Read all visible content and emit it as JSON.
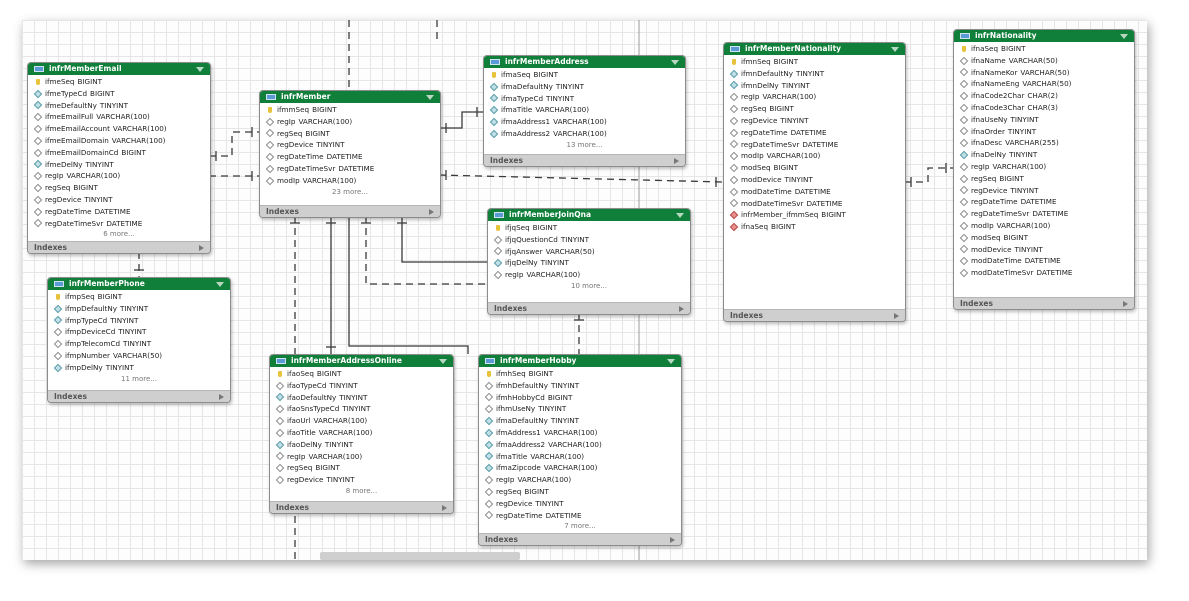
{
  "indexes_label": "Indexes",
  "tables": [
    {
      "name": "infrMemberEmail",
      "columns": [
        {
          "icon": "key",
          "name": "ifmeSeq",
          "type": "BIGINT"
        },
        {
          "icon": "diamond",
          "name": "ifmeTypeCd",
          "type": "BIGINT"
        },
        {
          "icon": "diamond",
          "name": "ifmeDefaultNy",
          "type": "TINYINT"
        },
        {
          "icon": "diamond-open",
          "name": "ifmeEmailFull",
          "type": "VARCHAR(100)"
        },
        {
          "icon": "diamond-open",
          "name": "ifmeEmailAccount",
          "type": "VARCHAR(100)"
        },
        {
          "icon": "diamond-open",
          "name": "ifmeEmailDomain",
          "type": "VARCHAR(100)"
        },
        {
          "icon": "diamond-open",
          "name": "ifmeEmailDomainCd",
          "type": "BIGINT"
        },
        {
          "icon": "diamond",
          "name": "ifmeDelNy",
          "type": "TINYINT"
        },
        {
          "icon": "diamond-open",
          "name": "regIp",
          "type": "VARCHAR(100)"
        },
        {
          "icon": "diamond-open",
          "name": "regSeq",
          "type": "BIGINT"
        },
        {
          "icon": "diamond-open",
          "name": "regDevice",
          "type": "TINYINT"
        },
        {
          "icon": "diamond-open",
          "name": "regDateTime",
          "type": "DATETIME"
        },
        {
          "icon": "diamond-open",
          "name": "regDateTimeSvr",
          "type": "DATETIME"
        }
      ],
      "more": "6 more..."
    },
    {
      "name": "infrMember",
      "columns": [
        {
          "icon": "key",
          "name": "ifmmSeq",
          "type": "BIGINT"
        },
        {
          "icon": "diamond-open",
          "name": "regIp",
          "type": "VARCHAR(100)"
        },
        {
          "icon": "diamond-open",
          "name": "regSeq",
          "type": "BIGINT"
        },
        {
          "icon": "diamond-open",
          "name": "regDevice",
          "type": "TINYINT"
        },
        {
          "icon": "diamond-open",
          "name": "regDateTime",
          "type": "DATETIME"
        },
        {
          "icon": "diamond-open",
          "name": "regDateTimeSvr",
          "type": "DATETIME"
        },
        {
          "icon": "diamond-open",
          "name": "modIp",
          "type": "VARCHAR(100)"
        }
      ],
      "more": "23 more..."
    },
    {
      "name": "infrMemberAddress",
      "columns": [
        {
          "icon": "key",
          "name": "ifmaSeq",
          "type": "BIGINT"
        },
        {
          "icon": "diamond",
          "name": "ifmaDefaultNy",
          "type": "TINYINT"
        },
        {
          "icon": "diamond",
          "name": "ifmaTypeCd",
          "type": "TINYINT"
        },
        {
          "icon": "diamond",
          "name": "ifmaTitle",
          "type": "VARCHAR(100)"
        },
        {
          "icon": "diamond",
          "name": "ifmaAddress1",
          "type": "VARCHAR(100)"
        },
        {
          "icon": "diamond",
          "name": "ifmaAddress2",
          "type": "VARCHAR(100)"
        }
      ],
      "more": "13 more..."
    },
    {
      "name": "infrMemberNationality",
      "columns": [
        {
          "icon": "key",
          "name": "ifmnSeq",
          "type": "BIGINT"
        },
        {
          "icon": "diamond",
          "name": "ifmnDefaultNy",
          "type": "TINYINT"
        },
        {
          "icon": "diamond",
          "name": "ifmnDelNy",
          "type": "TINYINT"
        },
        {
          "icon": "diamond-open",
          "name": "regIp",
          "type": "VARCHAR(100)"
        },
        {
          "icon": "diamond-open",
          "name": "regSeq",
          "type": "BIGINT"
        },
        {
          "icon": "diamond-open",
          "name": "regDevice",
          "type": "TINYINT"
        },
        {
          "icon": "diamond-open",
          "name": "regDateTime",
          "type": "DATETIME"
        },
        {
          "icon": "diamond-open",
          "name": "regDateTimeSvr",
          "type": "DATETIME"
        },
        {
          "icon": "diamond-open",
          "name": "modIp",
          "type": "VARCHAR(100)"
        },
        {
          "icon": "diamond-open",
          "name": "modSeq",
          "type": "BIGINT"
        },
        {
          "icon": "diamond-open",
          "name": "modDevice",
          "type": "TINYINT"
        },
        {
          "icon": "diamond-open",
          "name": "modDateTime",
          "type": "DATETIME"
        },
        {
          "icon": "diamond-open",
          "name": "modDateTimeSvr",
          "type": "DATETIME"
        },
        {
          "icon": "diamond-fk",
          "name": "infrMember_ifmmSeq",
          "type": "BIGINT"
        },
        {
          "icon": "diamond-fk",
          "name": "ifnaSeq",
          "type": "BIGINT"
        }
      ],
      "more": ""
    },
    {
      "name": "infrNationality",
      "columns": [
        {
          "icon": "key",
          "name": "ifnaSeq",
          "type": "BIGINT"
        },
        {
          "icon": "diamond-open",
          "name": "ifnaName",
          "type": "VARCHAR(50)"
        },
        {
          "icon": "diamond-open",
          "name": "ifnaNameKor",
          "type": "VARCHAR(50)"
        },
        {
          "icon": "diamond-open",
          "name": "ifnaNameEng",
          "type": "VARCHAR(50)"
        },
        {
          "icon": "diamond-open",
          "name": "ifnaCode2Char",
          "type": "CHAR(2)"
        },
        {
          "icon": "diamond-open",
          "name": "ifnaCode3Char",
          "type": "CHAR(3)"
        },
        {
          "icon": "diamond-open",
          "name": "ifnaUseNy",
          "type": "TINYINT"
        },
        {
          "icon": "diamond-open",
          "name": "ifnaOrder",
          "type": "TINYINT"
        },
        {
          "icon": "diamond-open",
          "name": "ifnaDesc",
          "type": "VARCHAR(255)"
        },
        {
          "icon": "diamond",
          "name": "ifnaDelNy",
          "type": "TINYINT"
        },
        {
          "icon": "diamond-open",
          "name": "regIp",
          "type": "VARCHAR(100)"
        },
        {
          "icon": "diamond-open",
          "name": "regSeq",
          "type": "BIGINT"
        },
        {
          "icon": "diamond-open",
          "name": "regDevice",
          "type": "TINYINT"
        },
        {
          "icon": "diamond-open",
          "name": "regDateTime",
          "type": "DATETIME"
        },
        {
          "icon": "diamond-open",
          "name": "regDateTimeSvr",
          "type": "DATETIME"
        },
        {
          "icon": "diamond-open",
          "name": "modIp",
          "type": "VARCHAR(100)"
        },
        {
          "icon": "diamond-open",
          "name": "modSeq",
          "type": "BIGINT"
        },
        {
          "icon": "diamond-open",
          "name": "modDevice",
          "type": "TINYINT"
        },
        {
          "icon": "diamond-open",
          "name": "modDateTime",
          "type": "DATETIME"
        },
        {
          "icon": "diamond-open",
          "name": "modDateTimeSvr",
          "type": "DATETIME"
        }
      ],
      "more": ""
    },
    {
      "name": "infrMemberJoinQna",
      "columns": [
        {
          "icon": "key",
          "name": "ifjqSeq",
          "type": "BIGINT"
        },
        {
          "icon": "diamond-open",
          "name": "ifjqQuestionCd",
          "type": "TINYINT"
        },
        {
          "icon": "diamond-open",
          "name": "ifjqAnswer",
          "type": "VARCHAR(50)"
        },
        {
          "icon": "diamond",
          "name": "ifjqDelNy",
          "type": "TINYINT"
        },
        {
          "icon": "diamond-open",
          "name": "regIp",
          "type": "VARCHAR(100)"
        }
      ],
      "more": "10 more..."
    },
    {
      "name": "infrMemberPhone",
      "columns": [
        {
          "icon": "key",
          "name": "ifmpSeq",
          "type": "BIGINT"
        },
        {
          "icon": "diamond",
          "name": "ifmpDefaultNy",
          "type": "TINYINT"
        },
        {
          "icon": "diamond",
          "name": "ifmpTypeCd",
          "type": "TINYINT"
        },
        {
          "icon": "diamond-open",
          "name": "ifmpDeviceCd",
          "type": "TINYINT"
        },
        {
          "icon": "diamond-open",
          "name": "ifmpTelecomCd",
          "type": "TINYINT"
        },
        {
          "icon": "diamond-open",
          "name": "ifmpNumber",
          "type": "VARCHAR(50)"
        },
        {
          "icon": "diamond",
          "name": "ifmpDelNy",
          "type": "TINYINT"
        }
      ],
      "more": "11 more..."
    },
    {
      "name": "infrMemberAddressOnline",
      "columns": [
        {
          "icon": "key",
          "name": "ifaoSeq",
          "type": "BIGINT"
        },
        {
          "icon": "diamond-open",
          "name": "ifaoTypeCd",
          "type": "TINYINT"
        },
        {
          "icon": "diamond",
          "name": "ifaoDefaultNy",
          "type": "TINYINT"
        },
        {
          "icon": "diamond-open",
          "name": "ifaoSnsTypeCd",
          "type": "TINYINT"
        },
        {
          "icon": "diamond-open",
          "name": "ifaoUrl",
          "type": "VARCHAR(100)"
        },
        {
          "icon": "diamond-open",
          "name": "ifaoTitle",
          "type": "VARCHAR(100)"
        },
        {
          "icon": "diamond",
          "name": "ifaoDelNy",
          "type": "TINYINT"
        },
        {
          "icon": "diamond-open",
          "name": "regIp",
          "type": "VARCHAR(100)"
        },
        {
          "icon": "diamond-open",
          "name": "regSeq",
          "type": "BIGINT"
        },
        {
          "icon": "diamond-open",
          "name": "regDevice",
          "type": "TINYINT"
        }
      ],
      "more": "8 more..."
    },
    {
      "name": "infrMemberHobby",
      "columns": [
        {
          "icon": "key",
          "name": "ifmhSeq",
          "type": "BIGINT"
        },
        {
          "icon": "diamond-open",
          "name": "ifmhDefaultNy",
          "type": "TINYINT"
        },
        {
          "icon": "diamond-open",
          "name": "ifmhHobbyCd",
          "type": "BIGINT"
        },
        {
          "icon": "diamond-open",
          "name": "ifhmUseNy",
          "type": "TINYINT"
        },
        {
          "icon": "diamond",
          "name": "ifmaDefaultNy",
          "type": "TINYINT"
        },
        {
          "icon": "diamond",
          "name": "ifmAddress1",
          "type": "VARCHAR(100)"
        },
        {
          "icon": "diamond",
          "name": "ifmaAddress2",
          "type": "VARCHAR(100)"
        },
        {
          "icon": "diamond",
          "name": "ifmaTitle",
          "type": "VARCHAR(100)"
        },
        {
          "icon": "diamond",
          "name": "ifmaZipcode",
          "type": "VARCHAR(100)"
        },
        {
          "icon": "diamond-open",
          "name": "regIp",
          "type": "VARCHAR(100)"
        },
        {
          "icon": "diamond-open",
          "name": "regSeq",
          "type": "BIGINT"
        },
        {
          "icon": "diamond-open",
          "name": "regDevice",
          "type": "TINYINT"
        },
        {
          "icon": "diamond-open",
          "name": "regDateTime",
          "type": "DATETIME"
        }
      ],
      "more": "7 more..."
    }
  ]
}
